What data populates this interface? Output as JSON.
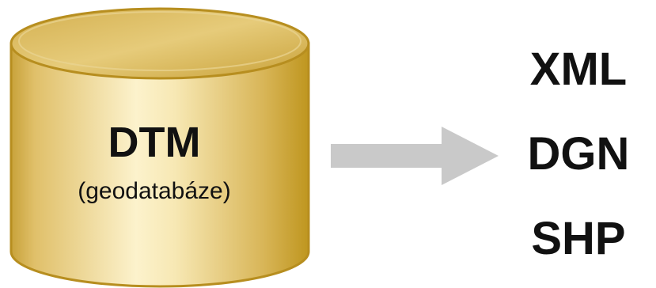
{
  "database": {
    "title": "DTM",
    "subtitle": "(geodatabáze)",
    "colors": {
      "body_light": "#FBEFC6",
      "body_mid": "#D7B45A",
      "body_dark": "#B08A1E",
      "outline": "#B78E1F"
    }
  },
  "arrow": {
    "icon": "right-arrow-icon",
    "color": "#C9C9C9"
  },
  "formats": [
    "XML",
    "DGN",
    "SHP"
  ]
}
